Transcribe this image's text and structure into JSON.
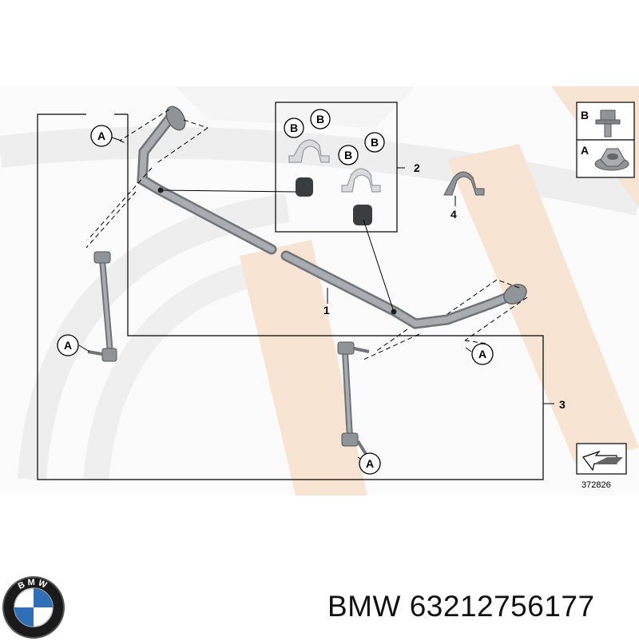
{
  "diagram": {
    "letter_a": "A",
    "letter_b": "B",
    "ref_1": "1",
    "ref_2": "2",
    "ref_3": "3",
    "ref_4": "4",
    "image_number": "372826",
    "colors": {
      "watermark": "#f7e2cf",
      "watermark_grey": "#eeeeee",
      "part_grey": "#8f9498",
      "outline": "#000000"
    }
  },
  "footer": {
    "brand_logo_letters": "BMW",
    "brand": "BMW",
    "part_number": "63212756177"
  }
}
